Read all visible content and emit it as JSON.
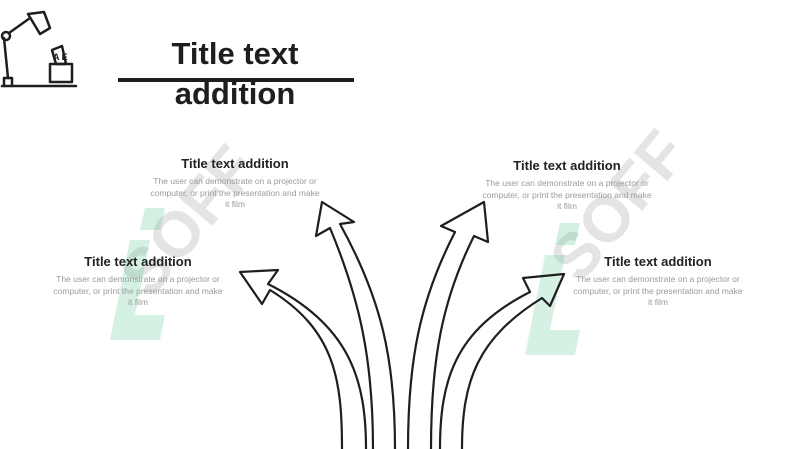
{
  "slide": {
    "title": "Title text addition",
    "watermark_text": "SOFF",
    "accent_color": "#1e1e1e",
    "watermark_color": "#3fbf7f",
    "lamp_letters": "A E",
    "blocks": [
      {
        "title": "Title text addition",
        "body": "The user can demonstrate on a projector or computer, or print the presentation and make it film"
      },
      {
        "title": "Title text addition",
        "body": "The user can demonstrate on a projector or computer, or print the presentation and make it film"
      },
      {
        "title": "Title text addition",
        "body": "The user can demonstrate on a projector or computer, or print the presentation and make it film"
      },
      {
        "title": "Title text addition",
        "body": "The user can demonstrate on a projector or computer, or print the presentation and make it film"
      }
    ]
  }
}
